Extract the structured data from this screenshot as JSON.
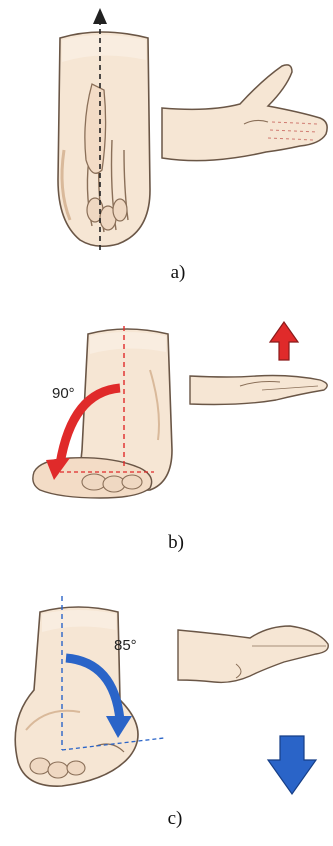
{
  "figure": {
    "panels": [
      {
        "caption": "a)"
      },
      {
        "caption": "b)",
        "angle_label": "90°",
        "arrow_direction": "up",
        "angle_color": "#e02a2a"
      },
      {
        "caption": "c)",
        "angle_label": "85°",
        "arrow_direction": "down",
        "angle_color": "#2a64c8"
      }
    ],
    "colors": {
      "skin": "#f6e6d4",
      "skin_shadow": "#e2c4a6",
      "outline": "#6a5646",
      "red": "#e02a2a",
      "blue": "#2a64c8"
    }
  }
}
